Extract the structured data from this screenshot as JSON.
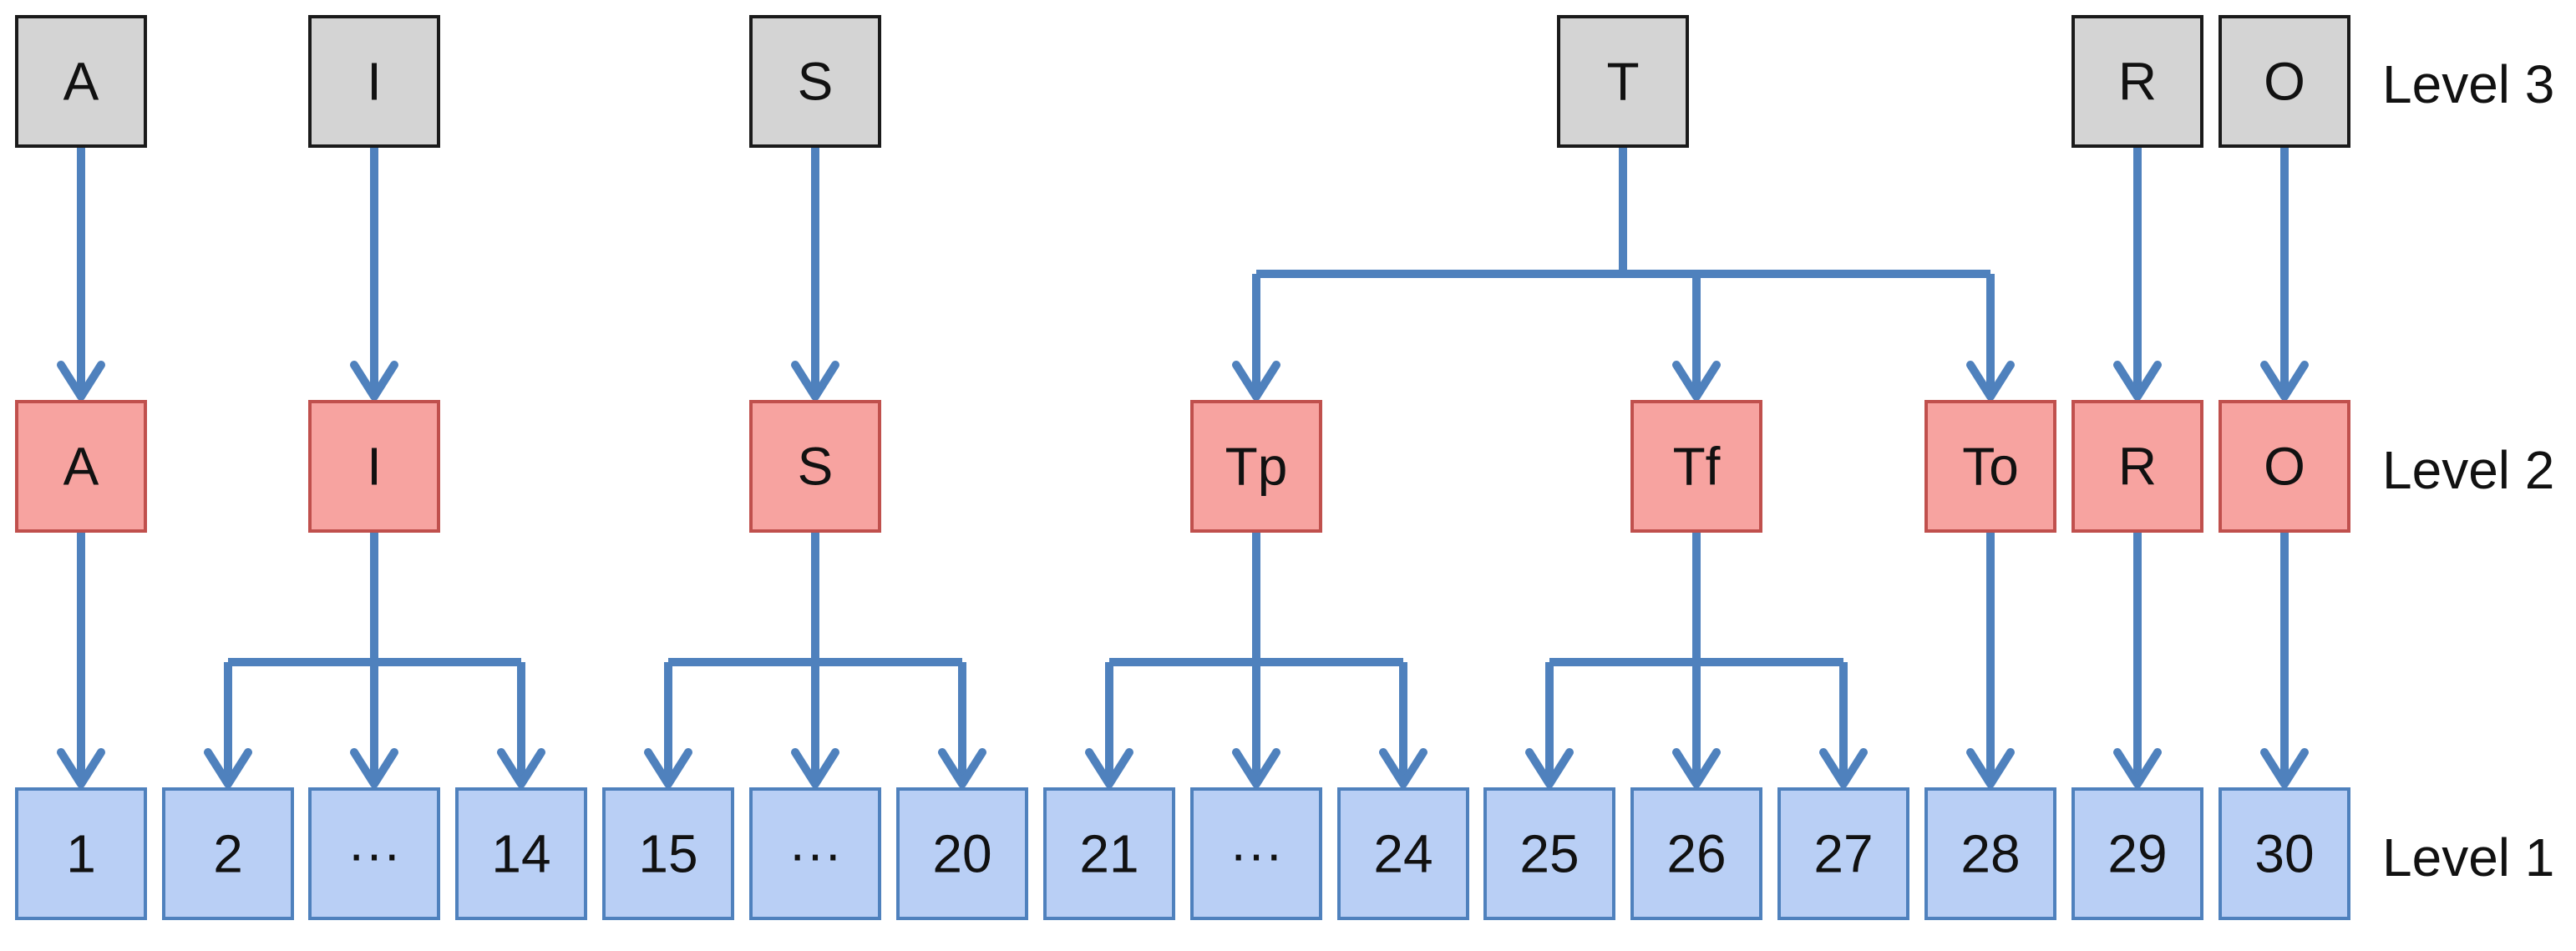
{
  "colors": {
    "edge": "#4F81BD",
    "level3_fill": "#D4D4D4",
    "level3_stroke": "#1A1A1A",
    "level2_fill": "#F7A3A0",
    "level2_stroke": "#C0504D",
    "level1_fill": "#B9CFF5",
    "level1_stroke": "#4F81BD"
  },
  "levels": {
    "level3": "Level 3",
    "level2": "Level 2",
    "level1": "Level 1"
  },
  "level3_nodes": [
    "A",
    "I",
    "S",
    "T",
    "R",
    "O"
  ],
  "level2_nodes": [
    "A",
    "I",
    "S",
    "Tp",
    "Tf",
    "To",
    "R",
    "O"
  ],
  "level1_nodes": [
    "1",
    "2",
    "···",
    "14",
    "15",
    "···",
    "20",
    "21",
    "···",
    "24",
    "25",
    "26",
    "27",
    "28",
    "29",
    "30"
  ],
  "edges_3_to_2": [
    [
      0,
      [
        0
      ]
    ],
    [
      1,
      [
        1
      ]
    ],
    [
      2,
      [
        2
      ]
    ],
    [
      3,
      [
        3,
        4,
        5
      ]
    ],
    [
      4,
      [
        6
      ]
    ],
    [
      5,
      [
        7
      ]
    ]
  ],
  "edges_2_to_1": [
    [
      0,
      [
        0
      ]
    ],
    [
      1,
      [
        1,
        2,
        3
      ]
    ],
    [
      2,
      [
        4,
        5,
        6
      ]
    ],
    [
      3,
      [
        7,
        8,
        9
      ]
    ],
    [
      4,
      [
        10,
        11,
        12
      ]
    ],
    [
      5,
      [
        13
      ]
    ],
    [
      6,
      [
        14
      ]
    ],
    [
      7,
      [
        15
      ]
    ]
  ]
}
